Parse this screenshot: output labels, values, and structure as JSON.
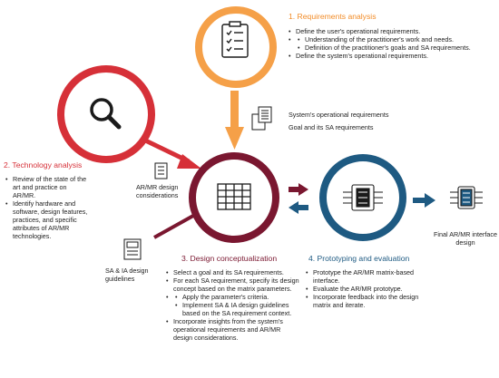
{
  "colors": {
    "orange": "#f5a048",
    "red": "#d63038",
    "maroon": "#7a1730",
    "blue": "#1e5a82",
    "dark": "#1a1a1a"
  },
  "icons": {
    "requirements": "clipboard-checklist-icon",
    "technology": "magnifier-icon",
    "design": "matrix-table-icon",
    "prototype": "ar-device-icon",
    "final": "ar-device-icon",
    "sysreq": "documents-icon",
    "ardesign": "checklist-document-icon",
    "guidelines": "guidelines-document-icon"
  },
  "requirements": {
    "title": "1. Requirements analysis",
    "items": [
      "Define the user's operational requirements.",
      "Define the system's operational requirements."
    ],
    "subitems": [
      "Understanding of the practitioner's work and needs.",
      "Definition of the practitioner's goals and SA requirements."
    ]
  },
  "technology": {
    "title": "2. Technology analysis",
    "items": [
      "Review of the state of the art and practice on AR/MR.",
      "Identify hardware and software, design features, practices, and specific attributes of AR/MR technologies."
    ]
  },
  "design": {
    "title": "3. Design conceptualization",
    "items": [
      "Select a goal and its SA requirements.",
      "For each SA requirement, specify its design concept based on the matrix parameters.",
      "Incorporate insights from the system's operational requirements and AR/MR design considerations."
    ],
    "subitems": [
      "Apply the parameter's criteria.",
      "Implement SA & IA design guidelines based on the SA requirement context."
    ]
  },
  "prototyping": {
    "title": "4. Prototyping and evaluation",
    "items": [
      "Prototype the AR/MR matrix-based interface.",
      "Evaluate the AR/MR prototype.",
      "Incorporate feedback into the design matrix and iterate."
    ]
  },
  "labels": {
    "sysreq": "System's operational requirements",
    "goals": "Goal and its SA requirements",
    "ardesign": "AR/MR design considerations",
    "guidelines": "SA & IA design guidelines",
    "final": "Final AR/MR interface design"
  }
}
